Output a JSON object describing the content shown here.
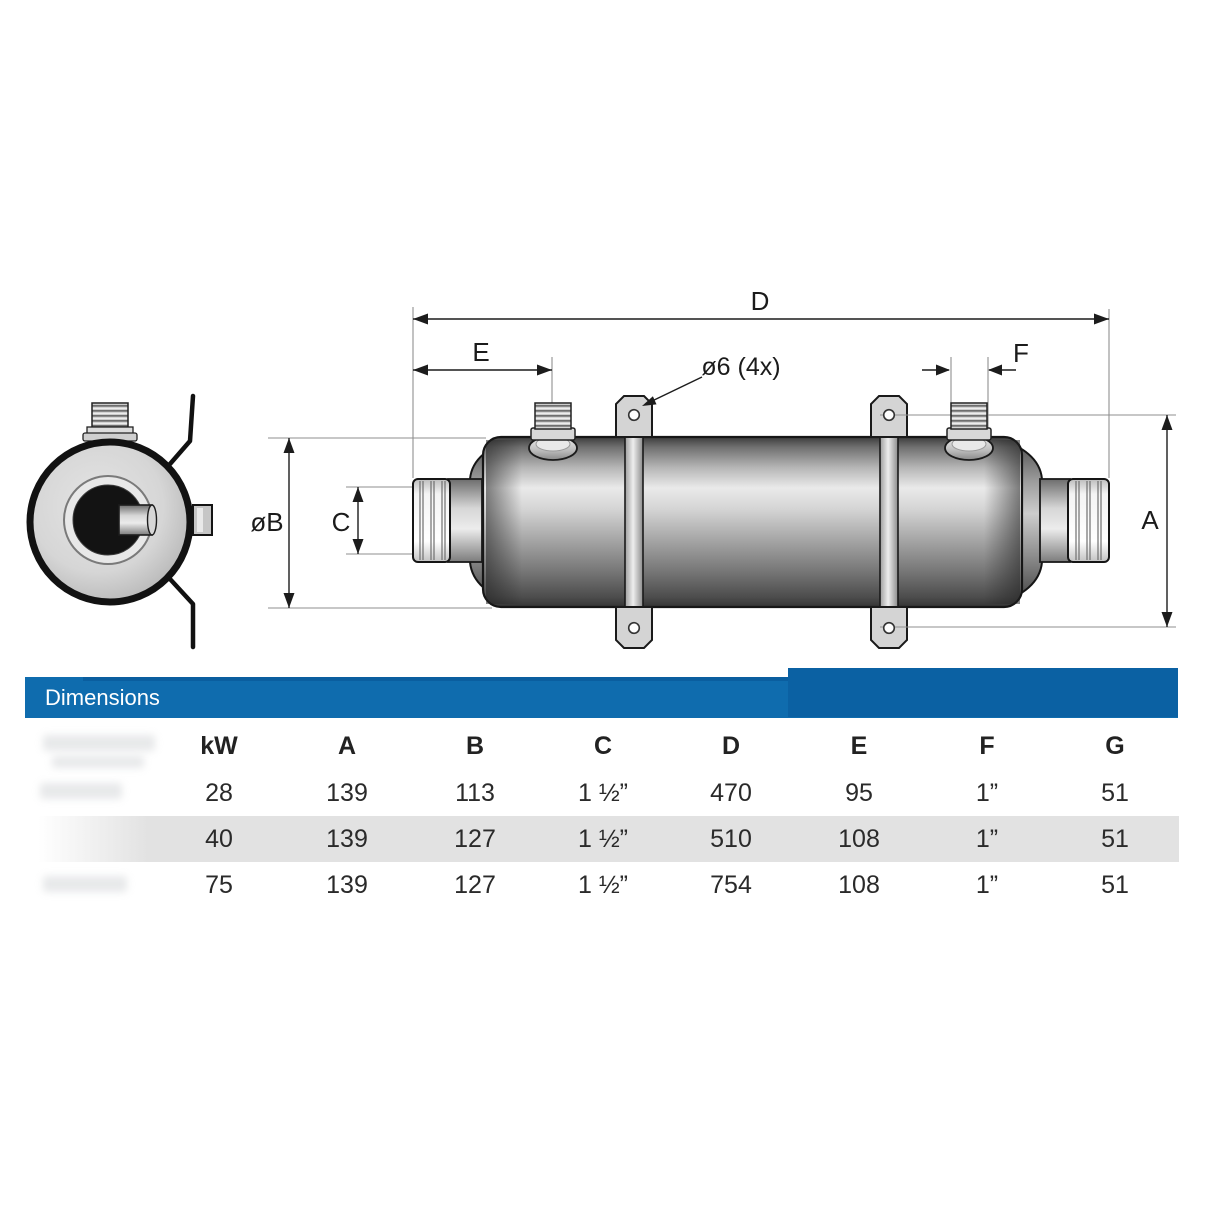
{
  "drawing": {
    "labels": {
      "d": "D",
      "e": "E",
      "f": "F",
      "a": "A",
      "c": "C",
      "diameter_b": "øB",
      "mount_hole": "ø6 (4x)"
    }
  },
  "table": {
    "title": "Dimensions",
    "columns": [
      "kW",
      "A",
      "B",
      "C",
      "D",
      "E",
      "F",
      "G"
    ],
    "rows": [
      [
        "28",
        "139",
        "113",
        "1 ½”",
        "470",
        "95",
        "1”",
        "51"
      ],
      [
        "40",
        "139",
        "127",
        "1 ½”",
        "510",
        "108",
        "1”",
        "51"
      ],
      [
        "75",
        "139",
        "127",
        "1 ½”",
        "754",
        "108",
        "1”",
        "51"
      ]
    ],
    "highlighted_row": "40"
  },
  "colors": {
    "title_bar_blue": "#0f6cae",
    "title_bar_blue_dark": "#0b61a3",
    "highlight_row_gray": "#e2e2e2",
    "line_dark": "#1c1c1c",
    "extension_line_gray": "#8f8f8f"
  }
}
